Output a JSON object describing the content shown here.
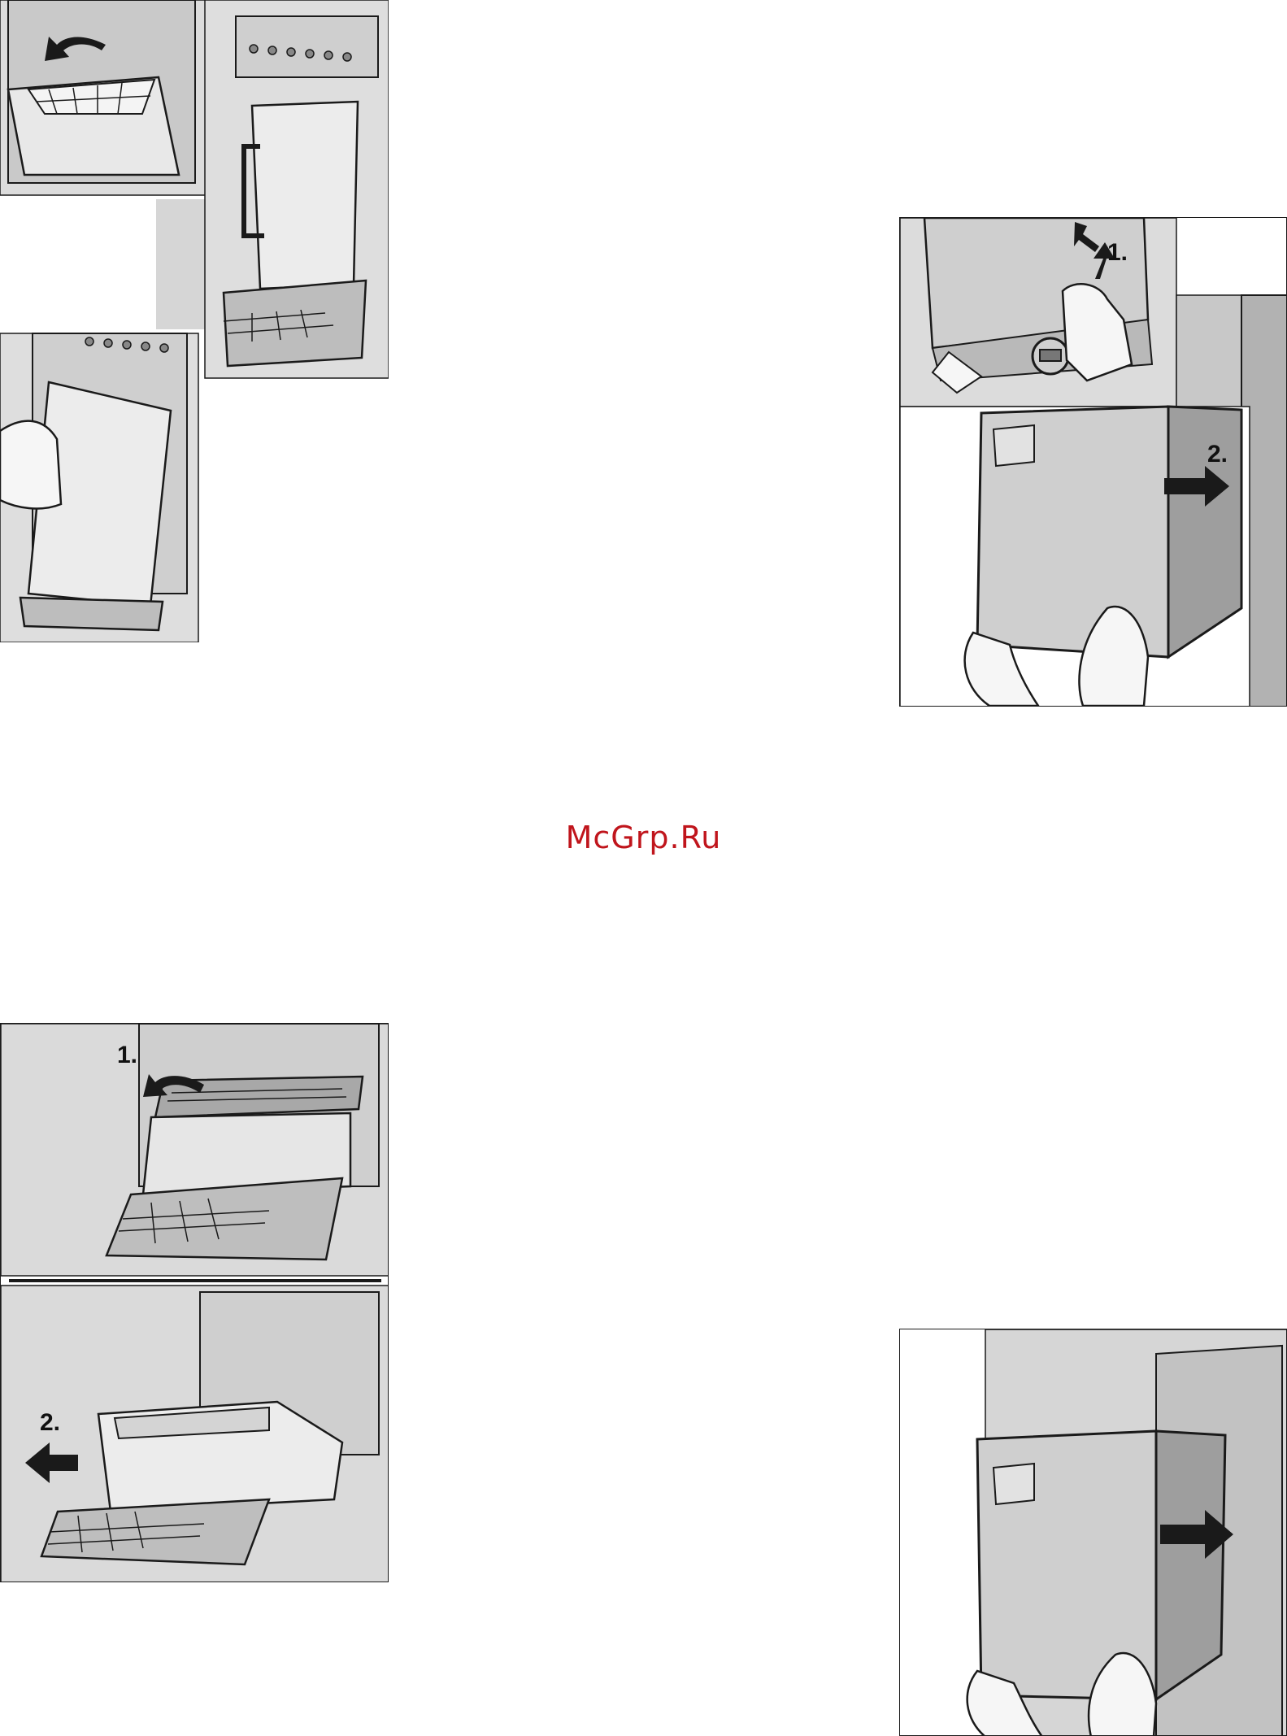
{
  "watermark": {
    "text": "McGrp.Ru",
    "color": "#c0151c"
  },
  "figures": {
    "dispenser_cleaning": {
      "labels": []
    },
    "ice_bin_removal": {
      "label_1": "1.",
      "label_2": "2."
    },
    "drip_tray_removal": {
      "label_1": "1.",
      "label_2": "2."
    },
    "ice_bin_insertion": {
      "labels": []
    }
  },
  "colors": {
    "line_art": "#1a1a1a",
    "fill_light": "#e6e6e6",
    "fill_mid": "#c8c8c8",
    "fill_dark": "#9a9a9a"
  }
}
